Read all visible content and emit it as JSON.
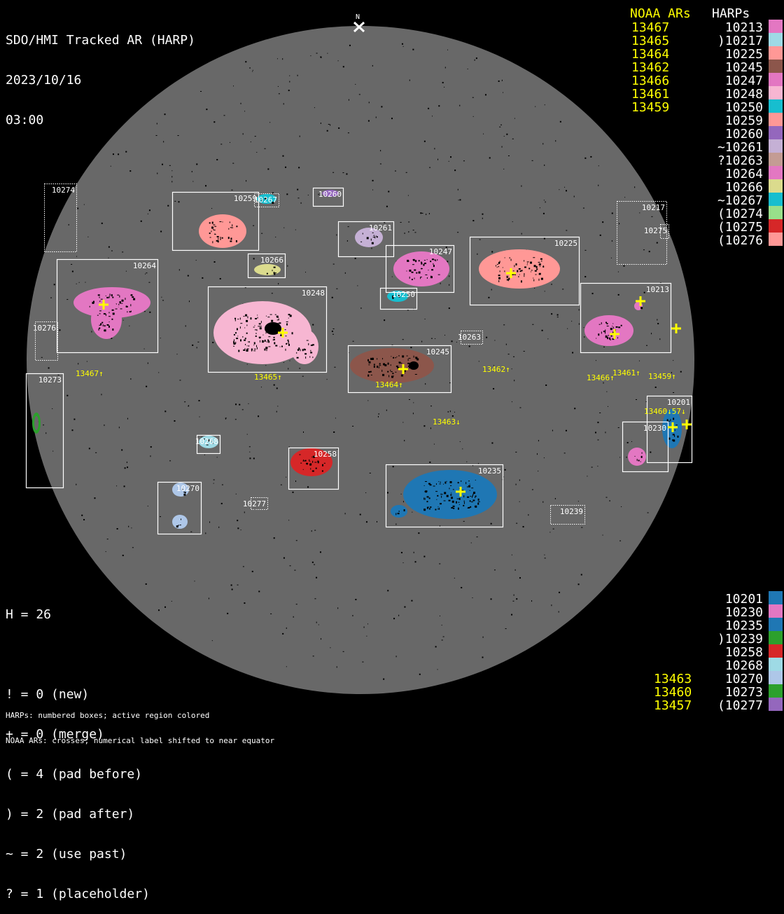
{
  "title": {
    "line1": "SDO/HMI Tracked AR (HARP)",
    "date": "2023/10/16",
    "time": "03:00"
  },
  "north_marker": "N",
  "noaa_header": "NOAA ARs",
  "harps_header": "HARPs",
  "noaa_top": [
    "13467",
    "13465",
    "13464",
    "13462",
    "13466",
    "13461",
    "13459"
  ],
  "noaa_bottom": [
    "13463",
    "13460",
    "13457"
  ],
  "harps_top": [
    {
      "label": "10213",
      "color": "#e377c2"
    },
    {
      "label": ")10217",
      "color": "#9edae5"
    },
    {
      "label": "10225",
      "color": "#ff9896"
    },
    {
      "label": "10245",
      "color": "#8c564b"
    },
    {
      "label": "10247",
      "color": "#e377c2"
    },
    {
      "label": "10248",
      "color": "#f7b6d2"
    },
    {
      "label": "10250",
      "color": "#17becf"
    },
    {
      "label": "10259",
      "color": "#ff9896"
    },
    {
      "label": "10260",
      "color": "#9467bd"
    },
    {
      "label": "~10261",
      "color": "#c5b0d5"
    },
    {
      "label": "?10263",
      "color": "#c49c94"
    },
    {
      "label": "10264",
      "color": "#e377c2"
    },
    {
      "label": "10266",
      "color": "#dbdb8d"
    },
    {
      "label": "~10267",
      "color": "#17becf"
    },
    {
      "label": "(10274",
      "color": "#98df8a"
    },
    {
      "label": "(10275",
      "color": "#d62728"
    },
    {
      "label": "(10276",
      "color": "#ff9896"
    }
  ],
  "harps_bottom": [
    {
      "label": "10201",
      "color": "#1f77b4"
    },
    {
      "label": "10230",
      "color": "#e377c2"
    },
    {
      "label": "10235",
      "color": "#1f77b4"
    },
    {
      "label": ")10239",
      "color": "#2ca02c"
    },
    {
      "label": "10258",
      "color": "#d62728"
    },
    {
      "label": "10268",
      "color": "#9edae5"
    },
    {
      "label": "10270",
      "color": "#aec7e8"
    },
    {
      "label": "10273",
      "color": "#2ca02c"
    },
    {
      "label": "(10277",
      "color": "#9467bd"
    }
  ],
  "stats": {
    "h": "H = 26",
    "lines": [
      "! = 0 (new)",
      "+ = 0 (merge)",
      "( = 4 (pad before)",
      ") = 2 (pad after)",
      "~ = 2 (use past)",
      "? = 1 (placeholder)"
    ]
  },
  "footer": [
    "HARPs: numbered boxes; active region colored",
    "NOAA ARs: crosses; numerical label shifted to near equator"
  ],
  "disk_harp_labels": [
    "10274",
    "10259",
    "10267",
    "10260",
    "10261",
    "10247",
    "10225",
    "10217",
    "10275",
    "10266",
    "10264",
    "10248",
    "10250",
    "10213",
    "10276",
    "10263",
    "10245",
    "10273",
    "10201",
    "10230",
    "10268",
    "10258",
    "10235",
    "10270",
    "10277",
    "10239"
  ],
  "disk_noaa_labels": [
    "13467↑",
    "13465↑",
    "13464↑",
    "13462↑",
    "13466↑",
    "13461↑",
    "13459↑",
    "13463↓",
    "13460↓57↓"
  ],
  "colors": {
    "disk": "#686868",
    "noaa": "#ffff00",
    "box": "#ffffff"
  }
}
